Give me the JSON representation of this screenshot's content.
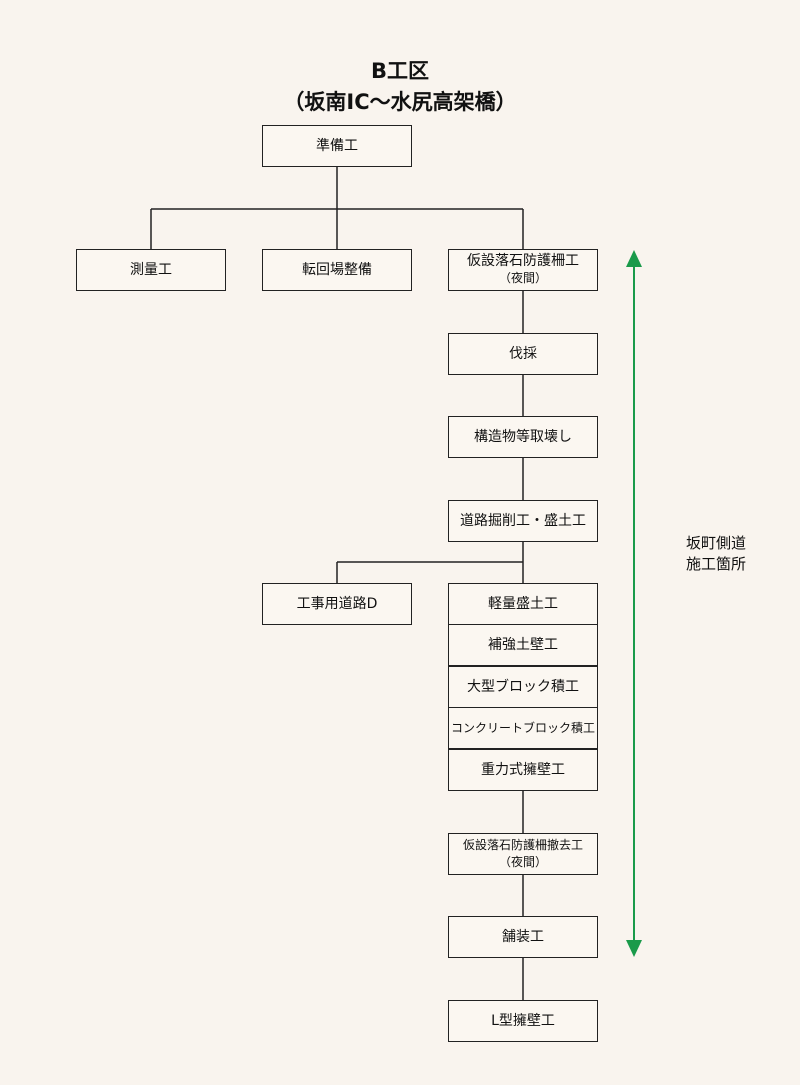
{
  "title": {
    "line1": "B工区",
    "line2": "（坂南IC～水尻高架橋）"
  },
  "nodes": {
    "junbi": "準備工",
    "sokuryo": "測量工",
    "tenkai": "転回場整備",
    "kasetsu_rakuseki": "仮設落石防護柵工",
    "kasetsu_rakuseki_note": "（夜間）",
    "bassai": "伐採",
    "kozobutsu": "構造物等取壊し",
    "doro_kussaku": "道路掘削工・盛土工",
    "koji_doro": "工事用道路D",
    "keiryo_morido": "軽量盛土工",
    "hokyo_dohekiko": "補強土壁工",
    "ogata_block": "大型ブロック積工",
    "concrete_block": "コンクリートブロック積工",
    "juryoku_yoheki": "重力式擁壁工",
    "kasetsu_tekkyo": "仮設落石防護柵撤去工",
    "kasetsu_tekkyo_note": "（夜間）",
    "hoso": "舗装工",
    "l_yoheki": "L型擁壁工"
  },
  "range_label": {
    "line1": "坂町側道",
    "line2": "施工箇所"
  },
  "colors": {
    "background": "#f9f4ee",
    "box_border": "#222222",
    "line": "#222222",
    "range_arrow": "#1a9a4a"
  }
}
